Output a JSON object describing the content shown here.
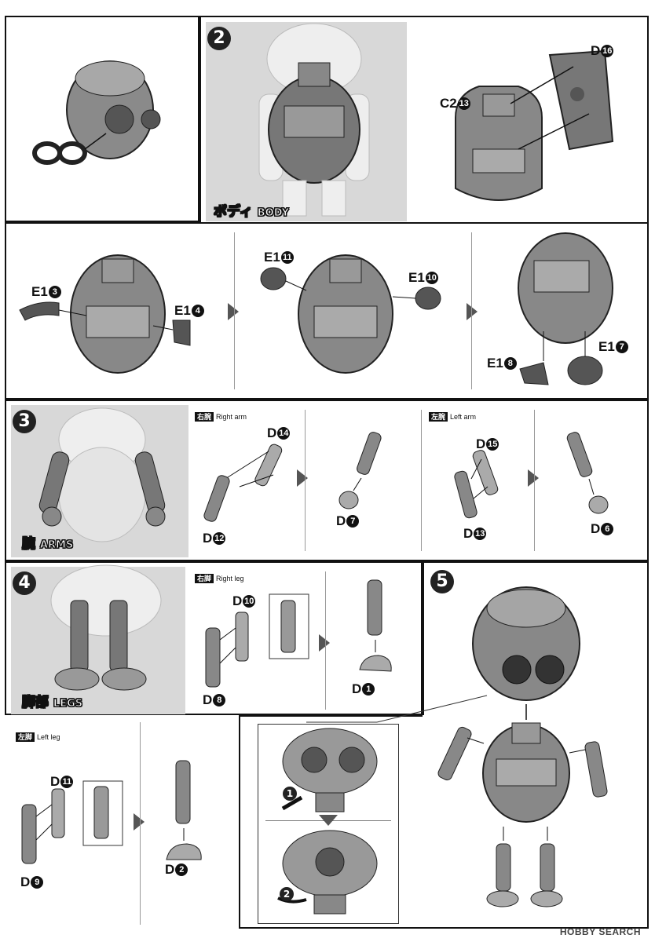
{
  "steps": {
    "step2": {
      "number": "2",
      "title_jp": "ボディ",
      "title_en": "BODY"
    },
    "step3": {
      "number": "3",
      "title_jp": "腕",
      "title_en": "ARMS"
    },
    "step4": {
      "number": "4",
      "title_jp": "脚部",
      "title_en": "LEGS"
    },
    "step5": {
      "number": "5"
    }
  },
  "parts": {
    "c2_13": {
      "code": "C2",
      "num": "13"
    },
    "d16": {
      "code": "D",
      "num": "16"
    },
    "e1_3": {
      "code": "E1",
      "num": "3"
    },
    "e1_4": {
      "code": "E1",
      "num": "4"
    },
    "e1_11": {
      "code": "E1",
      "num": "11"
    },
    "e1_10": {
      "code": "E1",
      "num": "10"
    },
    "e1_8": {
      "code": "E1",
      "num": "8"
    },
    "e1_7": {
      "code": "E1",
      "num": "7"
    },
    "d14": {
      "code": "D",
      "num": "14"
    },
    "d12": {
      "code": "D",
      "num": "12"
    },
    "d7": {
      "code": "D",
      "num": "7"
    },
    "d15": {
      "code": "D",
      "num": "15"
    },
    "d13": {
      "code": "D",
      "num": "13"
    },
    "d6": {
      "code": "D",
      "num": "6"
    },
    "d10": {
      "code": "D",
      "num": "10"
    },
    "d8": {
      "code": "D",
      "num": "8"
    },
    "d1": {
      "code": "D",
      "num": "1"
    },
    "d11": {
      "code": "D",
      "num": "11"
    },
    "d9": {
      "code": "D",
      "num": "9"
    },
    "d2": {
      "code": "D",
      "num": "2"
    }
  },
  "tags": {
    "right_arm": {
      "jp": "右腕",
      "en": "Right arm"
    },
    "left_arm": {
      "jp": "左腕",
      "en": "Left arm"
    },
    "right_leg": {
      "jp": "右脚",
      "en": "Right leg"
    },
    "left_leg": {
      "jp": "左脚",
      "en": "Left leg"
    }
  },
  "callouts": {
    "one": "1",
    "two": "2"
  },
  "watermark": "HOBBY SEARCH"
}
